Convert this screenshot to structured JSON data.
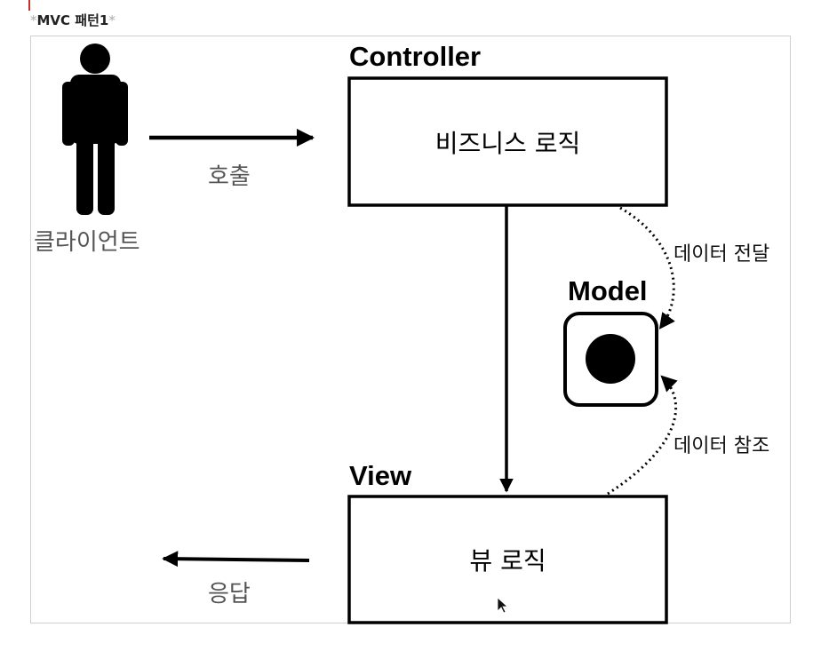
{
  "heading": {
    "asterisk": "*",
    "title": "MVC 패턴1"
  },
  "client": {
    "label": "클라이언트",
    "icon": "person-icon"
  },
  "call_label": "호출",
  "response_label": "응답",
  "controller": {
    "title": "Controller",
    "content": "비즈니스 로직"
  },
  "model": {
    "title": "Model",
    "icon": "filled-circle-icon"
  },
  "view": {
    "title": "View",
    "content": "뷰 로직"
  },
  "data_transfer_label": "데이터 전달",
  "data_reference_label": "데이터 참조",
  "colors": {
    "stroke": "#000000",
    "muted_text": "#555555",
    "frame_border": "#cfcfcf"
  }
}
